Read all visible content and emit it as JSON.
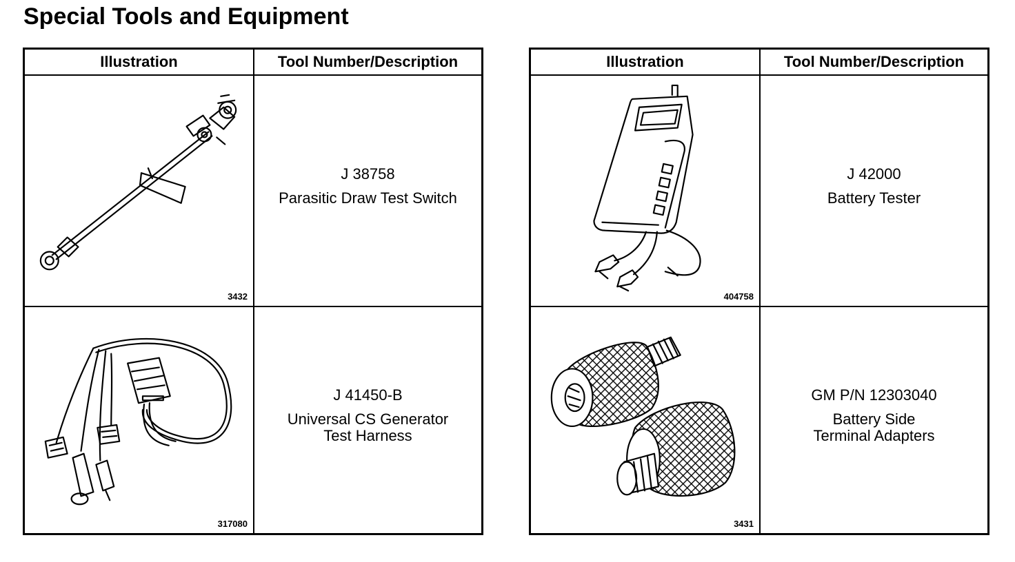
{
  "page": {
    "title": "Special Tools and Equipment"
  },
  "tables": [
    {
      "header": {
        "illustration": "Illustration",
        "tool": "Tool Number/Description"
      },
      "rows": [
        {
          "fig_number": "3432",
          "tool_number": "J 38758",
          "description": "Parasitic Draw Test Switch",
          "icon": "parasitic-draw-test-switch-icon"
        },
        {
          "fig_number": "317080",
          "tool_number": "J 41450-B",
          "description": "Universal CS Generator\nTest Harness",
          "icon": "test-harness-icon"
        }
      ]
    },
    {
      "header": {
        "illustration": "Illustration",
        "tool": "Tool Number/Description"
      },
      "rows": [
        {
          "fig_number": "404758",
          "tool_number": "J 42000",
          "description": "Battery Tester",
          "icon": "battery-tester-icon"
        },
        {
          "fig_number": "3431",
          "tool_number": "GM P/N 12303040",
          "description": "Battery Side\nTerminal Adapters",
          "icon": "terminal-adapters-icon"
        }
      ]
    }
  ]
}
